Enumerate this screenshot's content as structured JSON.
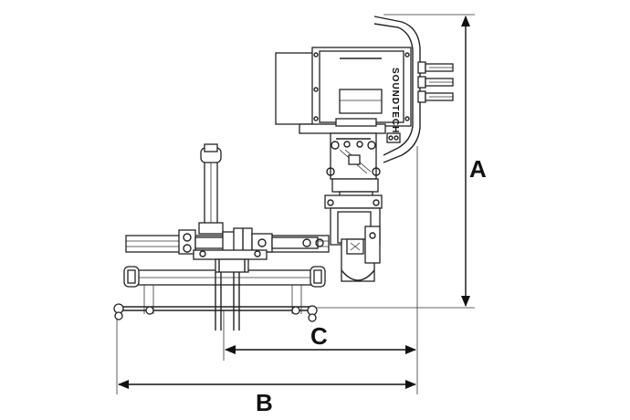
{
  "brand_text": "SOUNDTECH",
  "dimensions": {
    "a_label": "A",
    "b_label": "B",
    "c_label": "C"
  },
  "colors": {
    "line": "#222222",
    "background": "#ffffff"
  }
}
